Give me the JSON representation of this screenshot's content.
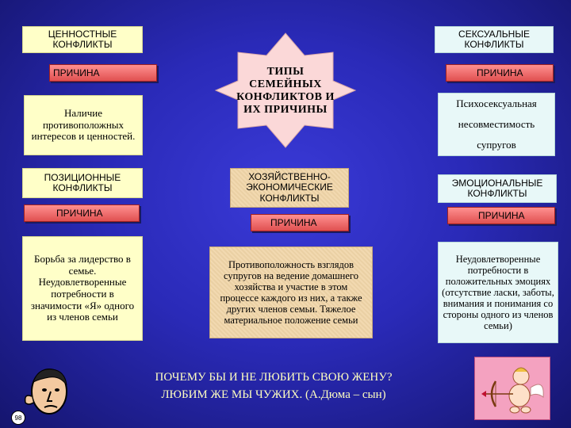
{
  "blocks": {
    "values": {
      "title": "ЦЕННОСТНЫЕ КОНФЛИКТЫ",
      "tag": "ПРИЧИНА",
      "cause": "Наличие противоположных интересов и ценностей."
    },
    "sexual": {
      "title": "СЕКСУАЛЬНЫЕ КОНФЛИКТЫ",
      "tag": "ПРИЧИНА",
      "cause_line1": "Психосексуальная",
      "cause_line2": "несовместимость",
      "cause_line3": "супругов"
    },
    "center": {
      "title": "ТИПЫ СЕМЕЙНЫХ КОНФЛИКТОВ И ИХ ПРИЧИНЫ"
    },
    "positional": {
      "title": "ПОЗИЦИОННЫЕ КОНФЛИКТЫ",
      "tag": "ПРИЧИНА",
      "cause": "Борьба за лидерство в семье. Неудовлетворенные потребности в значимости «Я» одного из членов семьи"
    },
    "economic": {
      "title": "ХОЗЯЙСТВЕННО-ЭКОНОМИЧЕСКИЕ КОНФЛИКТЫ",
      "tag": "ПРИЧИНА",
      "cause": "Противоположность взглядов супругов на ведение домашнего хозяйства и участие в этом процессе каждого из них, а также других членов семьи. Тяжелое материальное положение семьи"
    },
    "emotional": {
      "title": "ЭМОЦИОНАЛЬНЫЕ КОНФЛИКТЫ",
      "tag": "ПРИЧИНА",
      "cause": "Неудовлетворенные потребности в положительных эмоциях (отсутствие ласки, заботы, внимания и понимания со стороны одного из членов семьи)"
    }
  },
  "footer": {
    "quote_line1": "ПОЧЕМУ БЫ И НЕ ЛЮБИТЬ СВОЮ ЖЕНУ?",
    "quote_line2": "ЛЮБИМ ЖЕ МЫ ЧУЖИХ. (А.Дюма – сын)",
    "page_number": "98"
  },
  "icons": {
    "left": "man-face-icon",
    "right": "cupid-icon"
  },
  "colors": {
    "background": "#2a2ab8",
    "tag": "#e05050",
    "quote_text": "#ffffc0",
    "star": "#fbd8d8"
  }
}
